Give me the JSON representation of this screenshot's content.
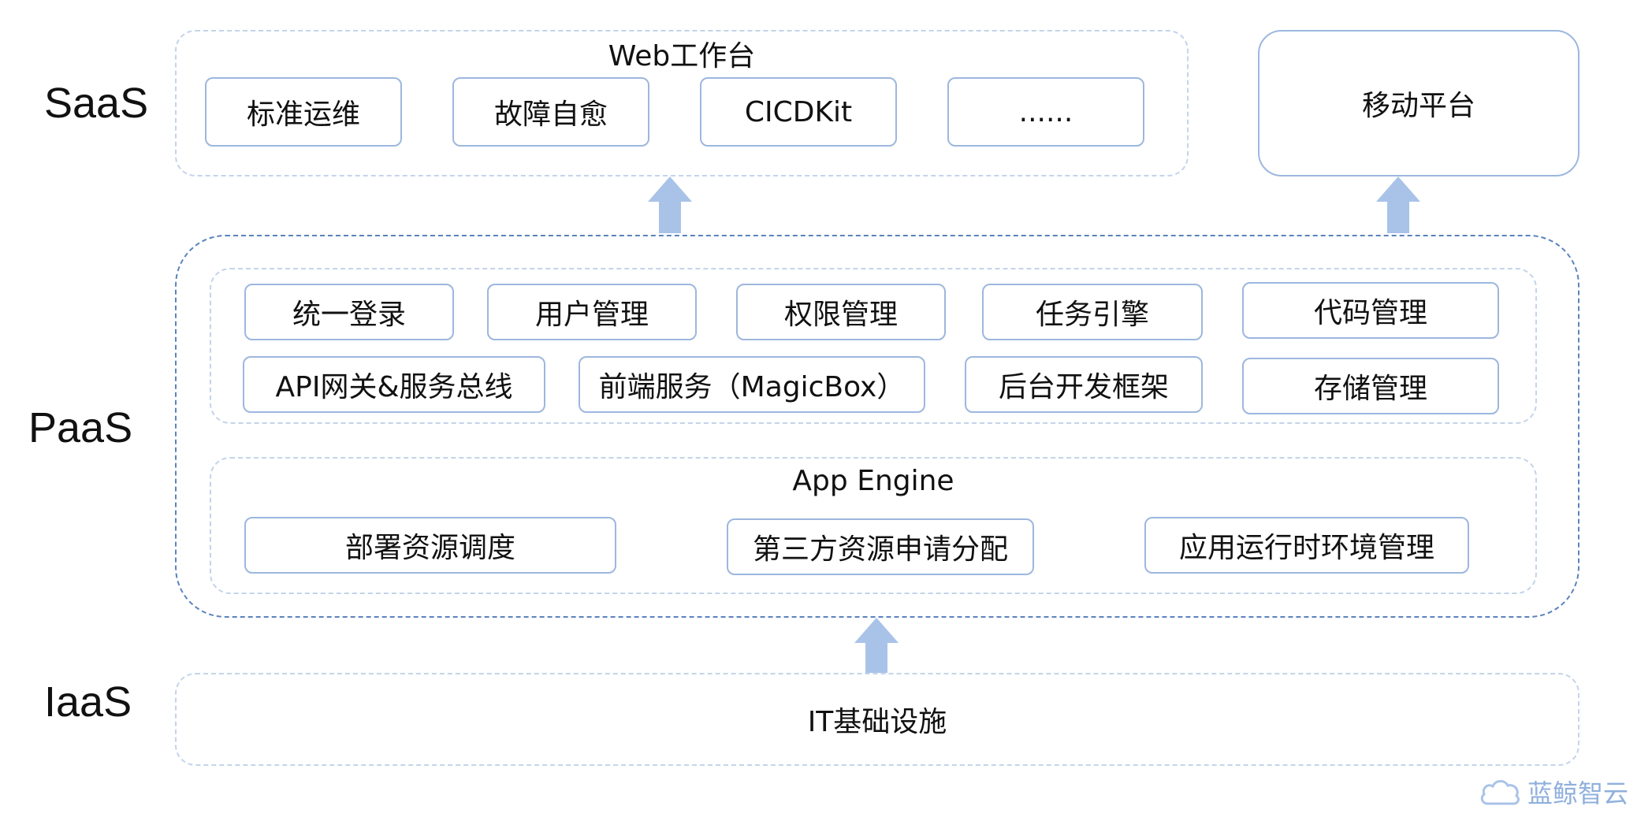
{
  "layers": {
    "saas": "SaaS",
    "paas": "PaaS",
    "iaas": "IaaS"
  },
  "saas": {
    "web_title": "Web工作台",
    "web_items": [
      "标准运维",
      "故障自愈",
      "CICDKit",
      "......"
    ],
    "mobile": "移动平台"
  },
  "paas": {
    "services_row1": [
      "统一登录",
      "用户管理",
      "权限管理",
      "任务引擎",
      "代码管理"
    ],
    "services_row2": [
      "API网关&服务总线",
      "前端服务（MagicBox）",
      "后台开发框架",
      "存储管理"
    ],
    "engine_title": "App Engine",
    "engine_items": [
      "部署资源调度",
      "第三方资源申请分配",
      "应用运行时环境管理"
    ]
  },
  "iaas": {
    "label": "IT基础设施"
  },
  "watermark": {
    "text": "蓝鲸智云",
    "icon": "cloud-icon"
  },
  "colors": {
    "border_light": "#c4d4ea",
    "border_dark": "#5b83bd",
    "box_border": "#9db7de",
    "arrow": "#a9c3e8"
  }
}
